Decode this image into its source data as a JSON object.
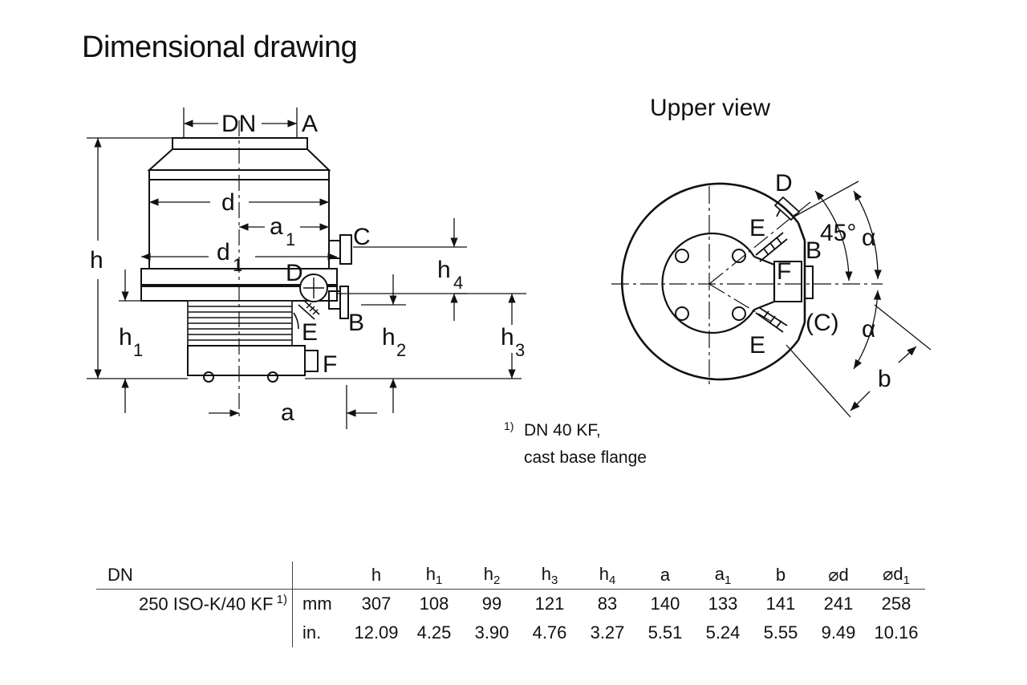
{
  "title": "Dimensional drawing",
  "upper_view_title": "Upper view",
  "labels": {
    "DN": "DN",
    "A": "A",
    "d": "d",
    "a1": "a",
    "a1_sub": "1",
    "C": "C",
    "d1": "d",
    "d1_sub": "1",
    "h": "h",
    "D": "D",
    "h4": "h",
    "h4_sub": "4",
    "E": "E",
    "B": "B",
    "h1": "h",
    "h1_sub": "1",
    "h2": "h",
    "h2_sub": "2",
    "h3": "h",
    "h3_sub": "3",
    "F": "F",
    "a": "a",
    "uv_D": "D",
    "uv_E1": "E",
    "uv_B": "B",
    "uv_F": "F",
    "uv_C": "(C)",
    "uv_E2": "E",
    "uv_45": "45°",
    "uv_alpha1": "α",
    "uv_alpha2": "α",
    "uv_b": "b"
  },
  "footnote": {
    "marker": "1)",
    "line1": "DN 40 KF,",
    "line2": "cast base flange"
  },
  "table": {
    "dn_header": "DN",
    "columns": [
      {
        "name": "h",
        "sub": ""
      },
      {
        "name": "h",
        "sub": "1"
      },
      {
        "name": "h",
        "sub": "2"
      },
      {
        "name": "h",
        "sub": "3"
      },
      {
        "name": "h",
        "sub": "4"
      },
      {
        "name": "a",
        "sub": ""
      },
      {
        "name": "a",
        "sub": "1"
      },
      {
        "name": "b",
        "sub": ""
      },
      {
        "name": "⌀d",
        "sub": ""
      },
      {
        "name": "⌀d",
        "sub": "1"
      }
    ],
    "rows": [
      {
        "label": "250 ISO-K/40 KF",
        "label_sup": "1)",
        "unit": "mm",
        "values": [
          "307",
          "108",
          "99",
          "121",
          "83",
          "140",
          "133",
          "141",
          "241",
          "258"
        ]
      },
      {
        "label": "",
        "label_sup": "",
        "unit": "in.",
        "values": [
          "12.09",
          "4.25",
          "3.90",
          "4.76",
          "3.27",
          "5.51",
          "5.24",
          "5.55",
          "9.49",
          "10.16"
        ]
      }
    ]
  }
}
